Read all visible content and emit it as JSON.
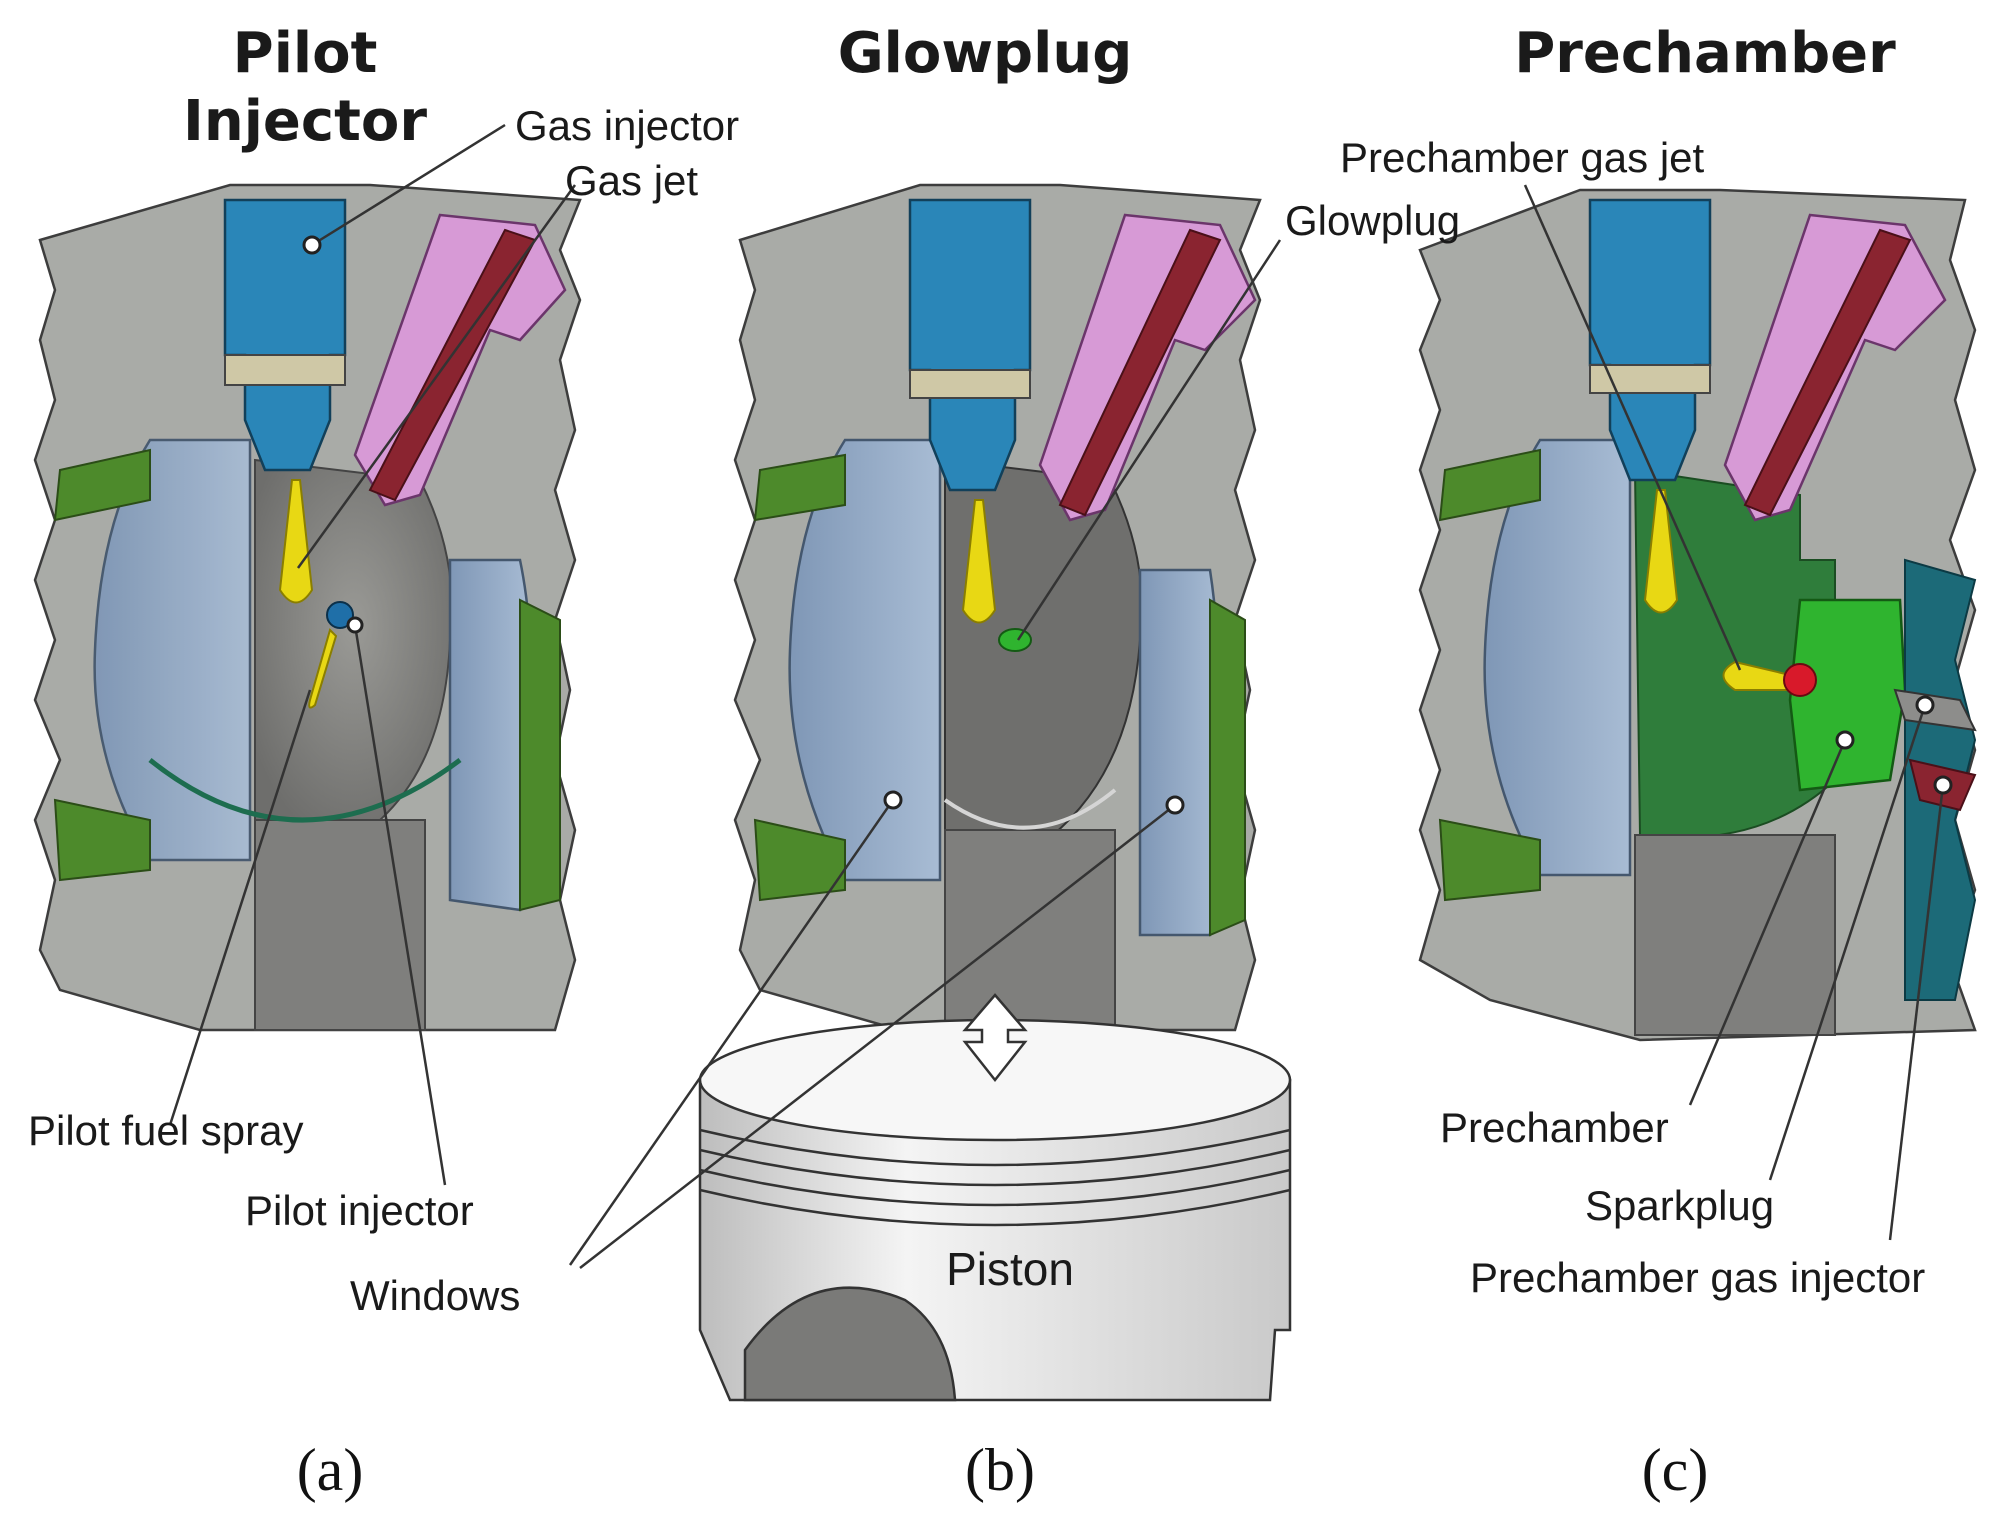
{
  "panels": [
    {
      "id": "a",
      "title_lines": [
        "Pilot",
        "Injector"
      ],
      "panel_label": "(a)",
      "labels": {
        "gas_injector": "Gas injector",
        "gas_jet": "Gas jet",
        "pilot_fuel_spray": "Pilot fuel spray",
        "pilot_injector": "Pilot injector"
      }
    },
    {
      "id": "b",
      "title_lines": [
        "Glowplug"
      ],
      "panel_label": "(b)",
      "labels": {
        "glowplug": "Glowplug",
        "windows": "Windows",
        "piston": "Piston"
      }
    },
    {
      "id": "c",
      "title_lines": [
        "Prechamber"
      ],
      "panel_label": "(c)",
      "labels": {
        "prechamber_gas_jet": "Prechamber gas jet",
        "prechamber": "Prechamber",
        "sparkplug": "Sparkplug",
        "prechamber_gas_injector": "Prechamber gas injector"
      }
    }
  ],
  "colors": {
    "head_gray": "#a9aba7",
    "chamber_gray": "#7a7a78",
    "injector_blue": "#2a86b8",
    "window_blue": "#8fa9c9",
    "gasket_green": "#4d8a2b",
    "pink_injector": "#d79ad6",
    "maroon": "#8a2430",
    "fuel_yellow": "#e8d814",
    "prechamber_green": "#2fb42f",
    "spark_red": "#d8192a",
    "teal": "#1c6a78",
    "piston_light": "#ececec"
  },
  "icons": [
    "double-arrow-icon"
  ]
}
